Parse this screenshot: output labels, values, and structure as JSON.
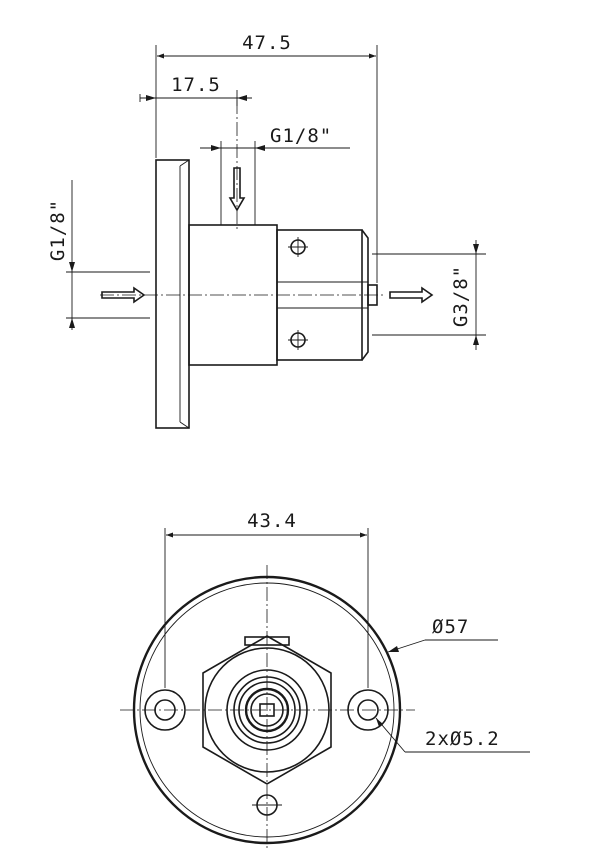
{
  "side_view": {
    "overall_length": "47.5",
    "body_offset": "17.5",
    "top_port": "G1/8\"",
    "left_port": "G1/8\"",
    "outlet_port": "G3/8\""
  },
  "front_view": {
    "hole_spacing": "43.4",
    "outer_diameter": "Ø57",
    "mount_holes": "2xØ5.2"
  }
}
